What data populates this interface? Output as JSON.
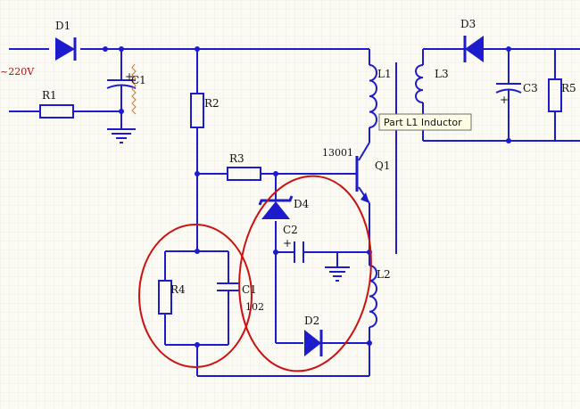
{
  "schematic": {
    "input_voltage_label": "~220V",
    "transistor_part_number": "13001",
    "components": {
      "d1": "D1",
      "d2": "D2",
      "d3": "D3",
      "d4": "D4",
      "c1_top": "C1",
      "c1_bottom": "C1",
      "c1_bottom_value": "102",
      "c2": "C2",
      "c3": "C3",
      "r1": "R1",
      "r2": "R2",
      "r3": "R3",
      "r4": "R4",
      "r5": "R5",
      "l1": "L1",
      "l2": "L2",
      "l3": "L3",
      "q1": "Q1"
    },
    "polarity_marks": {
      "c1": "+",
      "c2": "+",
      "c3": "+"
    }
  },
  "tooltip": {
    "text": "Part L1 Inductor"
  },
  "colors": {
    "wire": "#1c1ccc",
    "highlight_ellipse": "#cc1111",
    "background": "#fbfaf4",
    "grid": "#e6e4d8",
    "tooltip_bg": "#fffde6"
  }
}
